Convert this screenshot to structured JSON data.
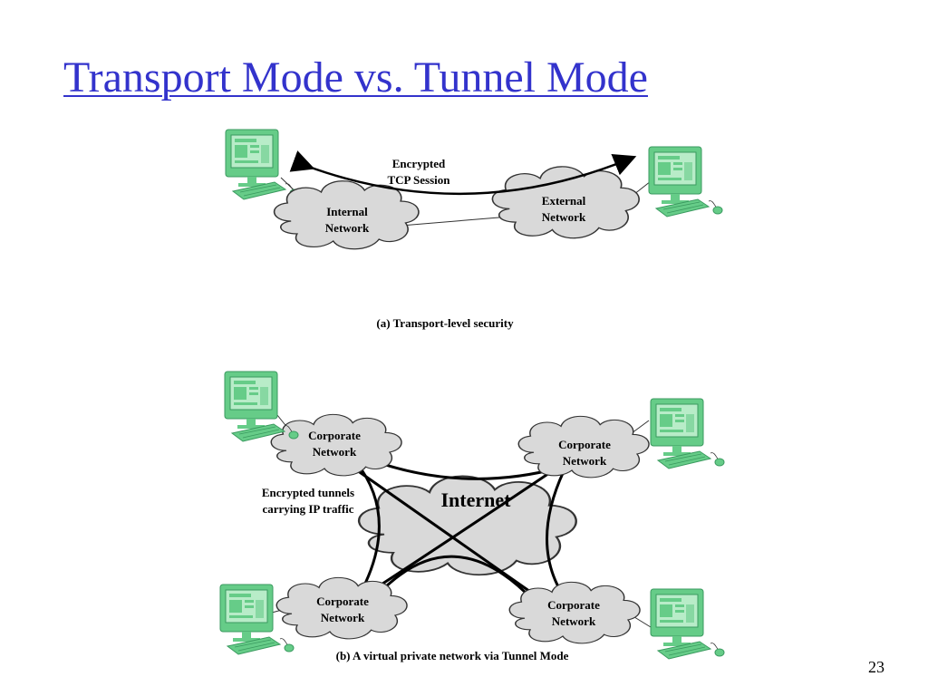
{
  "slide": {
    "title": "Transport Mode vs. Tunnel Mode",
    "page_number": "23"
  },
  "transport": {
    "session_label_line1": "Encrypted",
    "session_label_line2": "TCP Session",
    "internal_network_line1": "Internal",
    "internal_network_line2": "Network",
    "external_network_line1": "External",
    "external_network_line2": "Network",
    "caption": "(a) Transport-level security"
  },
  "tunnel": {
    "corporate_line1": "Corporate",
    "corporate_line2": "Network",
    "internet_label": "Internet",
    "tunnels_label_line1": "Encrypted tunnels",
    "tunnels_label_line2": "carrying IP traffic",
    "caption": "(b) A virtual private network via Tunnel Mode"
  },
  "icons": {
    "computer": "desktop-computer-icon",
    "cloud": "cloud-icon"
  },
  "colors": {
    "title": "#3333cc",
    "computer_green": "#66cc88",
    "cloud_fill": "#d9d9d9"
  }
}
